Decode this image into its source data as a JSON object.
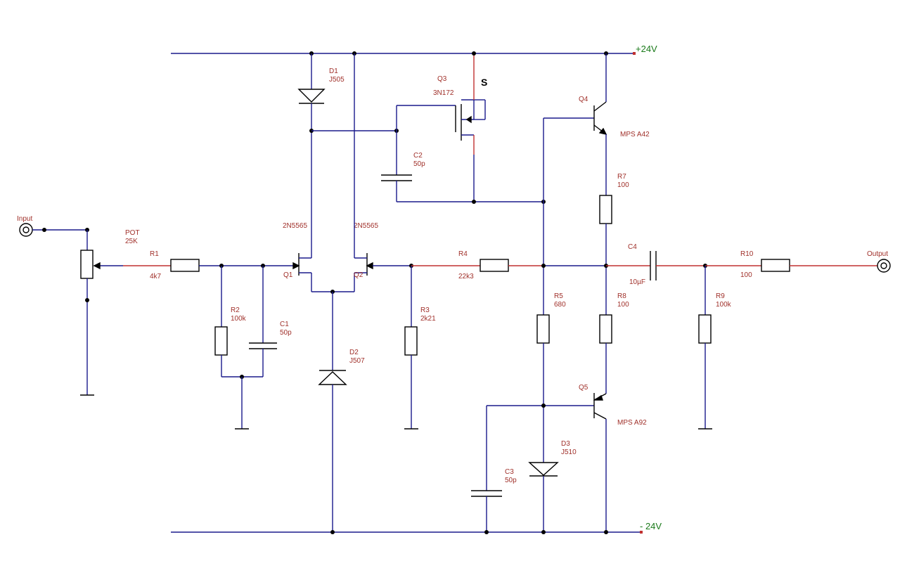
{
  "rails": {
    "positive": "+24V",
    "negative": "- 24V"
  },
  "connectors": {
    "input": "Input",
    "output": "Output"
  },
  "pot": {
    "ref": "POT",
    "value": "25K"
  },
  "components": {
    "r1": {
      "ref": "R1",
      "value": "4k7"
    },
    "r2": {
      "ref": "R2",
      "value": "100k"
    },
    "c1": {
      "ref": "C1",
      "value": "50p"
    },
    "q1": {
      "ref": "Q1",
      "part": "2N5565"
    },
    "q2": {
      "ref": "Q2",
      "part": "2N5565"
    },
    "d1": {
      "ref": "D1",
      "value": "J505"
    },
    "d2": {
      "ref": "D2",
      "value": "J507"
    },
    "q3": {
      "ref": "Q3",
      "part": "3N172",
      "pin": "S"
    },
    "c2": {
      "ref": "C2",
      "value": "50p"
    },
    "r3": {
      "ref": "R3",
      "value": "2k21"
    },
    "r4": {
      "ref": "R4",
      "value": "22k3"
    },
    "q4": {
      "ref": "Q4",
      "part": "MPS A42"
    },
    "r7": {
      "ref": "R7",
      "value": "100"
    },
    "c4": {
      "ref": "C4",
      "value": "10µF"
    },
    "r5": {
      "ref": "R5",
      "value": "680"
    },
    "r8": {
      "ref": "R8",
      "value": "100"
    },
    "q5": {
      "ref": "Q5",
      "part": "MPS A92"
    },
    "d3": {
      "ref": "D3",
      "value": "J510"
    },
    "c3": {
      "ref": "C3",
      "value": "50p"
    },
    "r10": {
      "ref": "R10",
      "value": "100"
    },
    "r9": {
      "ref": "R9",
      "value": "100k"
    }
  }
}
